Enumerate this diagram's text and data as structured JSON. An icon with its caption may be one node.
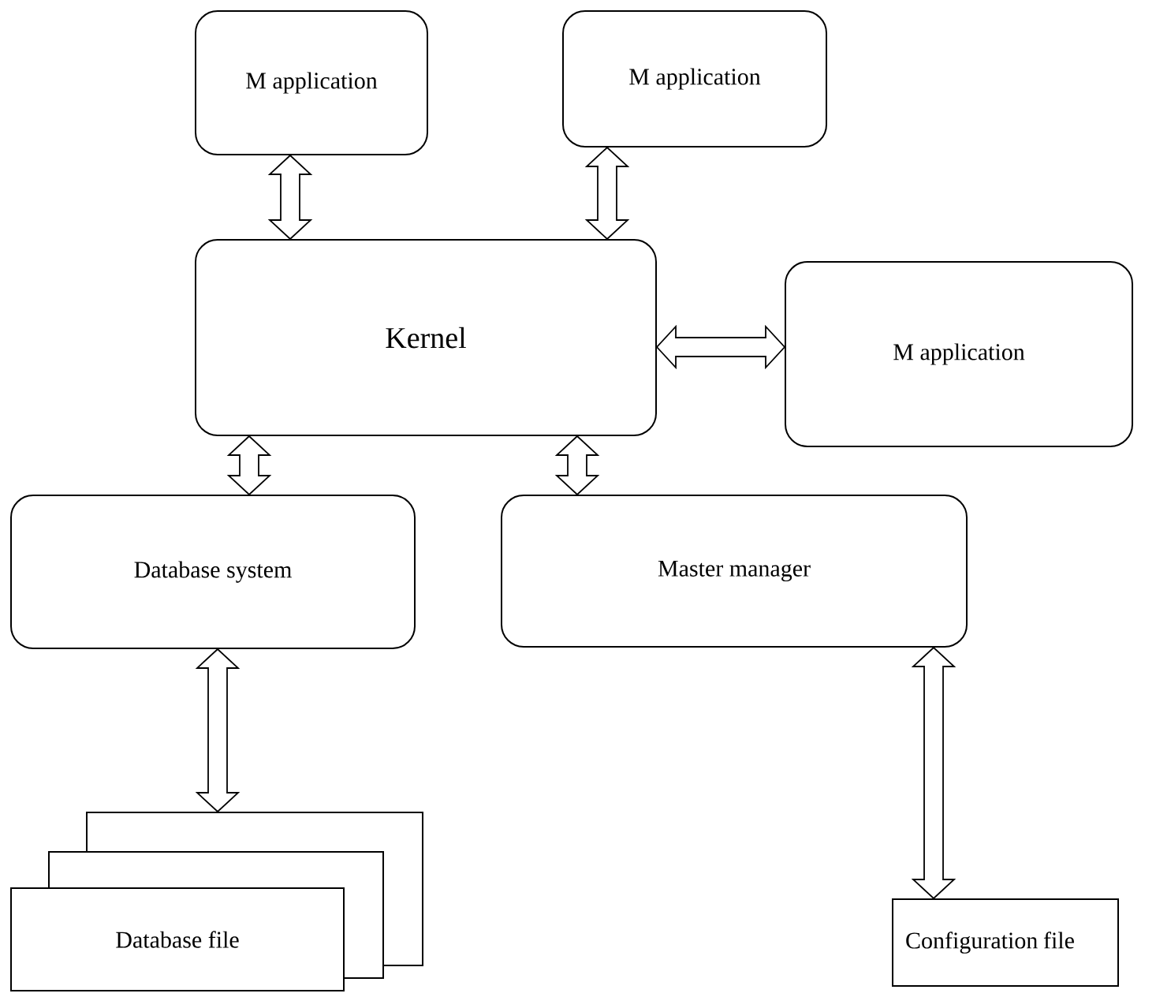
{
  "diagram": {
    "nodes": [
      {
        "text": [
          "M application"
        ]
      },
      {
        "text": [
          "M application"
        ]
      },
      {
        "text": [
          "Kernel"
        ]
      },
      {
        "text": [
          "M application"
        ]
      },
      {
        "text": [
          "Database system"
        ]
      },
      {
        "text": [
          "Master manager"
        ]
      },
      {
        "text": [
          "Database file"
        ]
      },
      {
        "text": [
          "Configuration file"
        ]
      }
    ],
    "edges": [
      {
        "from": 0,
        "to": 2,
        "arrow": "both"
      },
      {
        "from": 1,
        "to": 2,
        "arrow": "both"
      },
      {
        "from": 2,
        "to": 3,
        "arrow": "both"
      },
      {
        "from": 2,
        "to": 4,
        "arrow": "both"
      },
      {
        "from": 2,
        "to": 5,
        "arrow": "both"
      },
      {
        "from": 4,
        "to": 6,
        "arrow": "both"
      },
      {
        "from": 5,
        "to": 7,
        "arrow": "both"
      }
    ]
  }
}
